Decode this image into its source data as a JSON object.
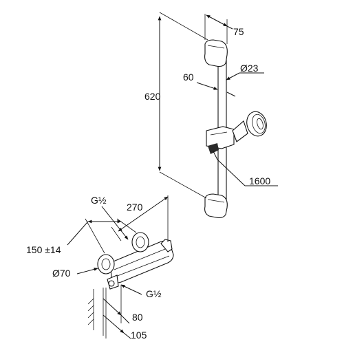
{
  "dimensions": {
    "bar_width": "75",
    "bar_diameter": "Ø23",
    "wall_offset": "60",
    "bar_height": "620",
    "hose_length": "1600",
    "inlet_thread_top": "G½",
    "mixer_width": "270",
    "inlet_spacing": "150 ±14",
    "escutcheon_diameter": "Ø70",
    "outlet_thread": "G½",
    "depth_small": "80",
    "depth_large": "105"
  },
  "colors": {
    "line": "#111111",
    "background": "#ffffff"
  }
}
